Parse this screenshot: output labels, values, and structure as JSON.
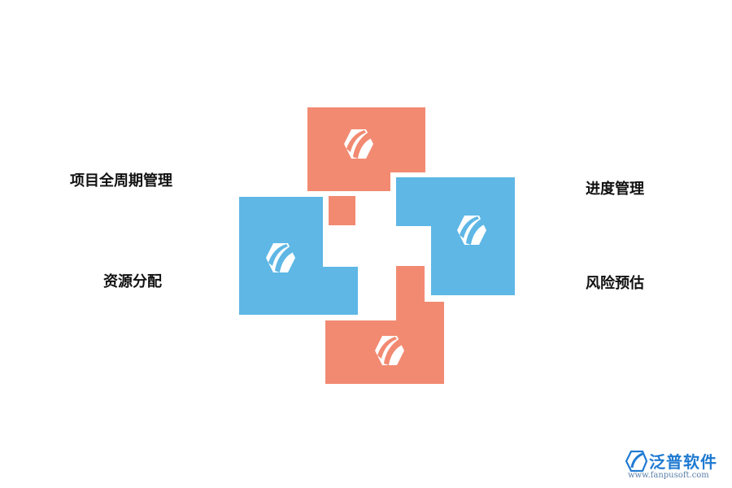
{
  "labels": {
    "top_left": "项目全周期管理",
    "bottom_left": "资源分配",
    "top_right": "进度管理",
    "bottom_right": "风险预估"
  },
  "colors": {
    "salmon": "#F28A72",
    "blue": "#5EB7E5",
    "icon": "#FFFFFF"
  },
  "icons": {
    "block_icon": "leaf-hexagon-icon"
  },
  "watermark": {
    "name": "泛普软件",
    "url": "www.fanpusoft.com"
  }
}
